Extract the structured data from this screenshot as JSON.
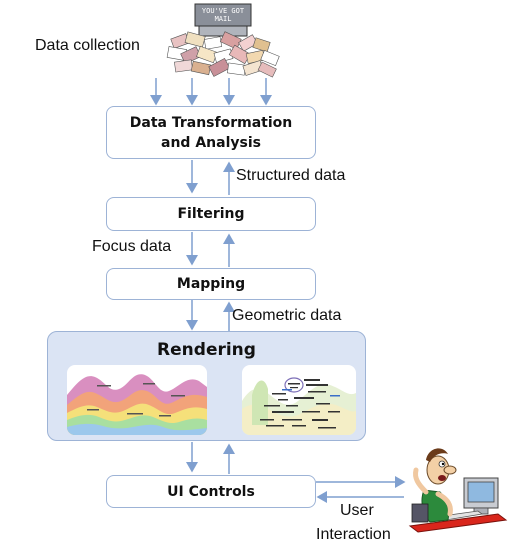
{
  "labels": {
    "data_collection": "Data collection",
    "structured_data": "Structured data",
    "focus_data": "Focus data",
    "geometric_data": "Geometric data",
    "user_interaction_1": "User",
    "user_interaction_2": "Interaction"
  },
  "boxes": {
    "transform_line1": "Data Transformation",
    "transform_line2": "and Analysis",
    "filtering": "Filtering",
    "mapping": "Mapping",
    "rendering": "Rendering",
    "ui_controls": "UI Controls"
  },
  "mailbox_text": "YOU'VE GOT MAIL",
  "colors": {
    "arrow": "#7f9fcf",
    "box_border": "#9db3d6",
    "panel_fill": "#dbe4f4"
  },
  "icons": [
    "mail-pile-icon",
    "user-at-computer-icon"
  ]
}
